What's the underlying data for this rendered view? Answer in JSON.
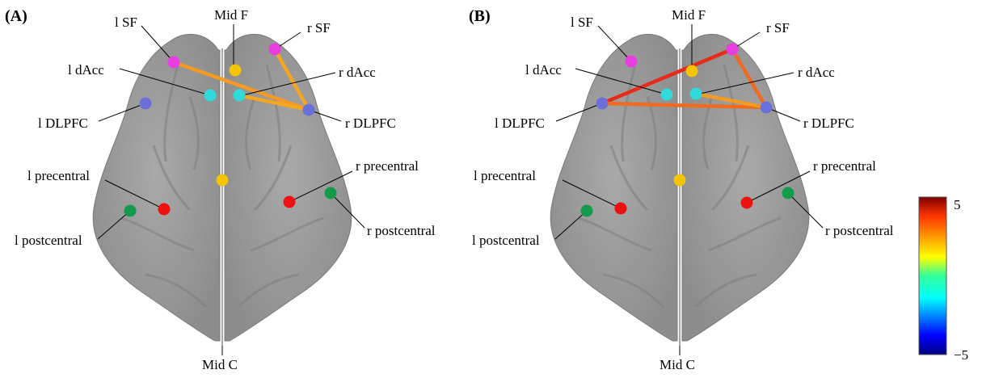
{
  "panels": [
    {
      "label": "(A)",
      "regions": {
        "l_SF": "l SF",
        "mid_F": "Mid F",
        "r_SF": "r SF",
        "l_dAcc": "l dAcc",
        "r_dAcc": "r dAcc",
        "l_DLPFC": "l DLPFC",
        "r_DLPFC": "r DLPFC",
        "l_precentral": "l precentral",
        "r_precentral": "r precentral",
        "l_postcentral": "l postcentral",
        "r_postcentral": "r postcentral",
        "mid_C": "Mid C"
      },
      "connections": [
        {
          "from": "l_SF",
          "to": "r_DLPFC",
          "value": 4
        },
        {
          "from": "r_SF",
          "to": "r_DLPFC",
          "value": 3.5
        },
        {
          "from": "r_dAcc",
          "to": "r_DLPFC",
          "value": 3.5
        }
      ]
    },
    {
      "label": "(B)",
      "regions": {
        "l_SF": "l SF",
        "mid_F": "Mid F",
        "r_SF": "r SF",
        "l_dAcc": "l dAcc",
        "r_dAcc": "r dAcc",
        "l_DLPFC": "l DLPFC",
        "r_DLPFC": "r DLPFC",
        "l_precentral": "l precentral",
        "r_precentral": "r precentral",
        "l_postcentral": "l postcentral",
        "r_postcentral": "r postcentral",
        "mid_C": "Mid C"
      },
      "connections": [
        {
          "from": "l_DLPFC",
          "to": "r_SF",
          "value": 5
        },
        {
          "from": "l_DLPFC",
          "to": "r_DLPFC",
          "value": 4
        },
        {
          "from": "r_SF",
          "to": "r_DLPFC",
          "value": 4
        },
        {
          "from": "r_dAcc",
          "to": "r_DLPFC",
          "value": 3.5
        }
      ]
    }
  ],
  "node_colors": {
    "SF": "#e83ee0",
    "mid": "#f5c400",
    "dAcc": "#33dadb",
    "DLPFC": "#6b6fd8",
    "precentral": "#ee1111",
    "postcentral": "#149a4b"
  },
  "colorbar": {
    "max_label": "5",
    "min_label": "−5",
    "range": [
      -5,
      5
    ],
    "colormap": "jet"
  }
}
